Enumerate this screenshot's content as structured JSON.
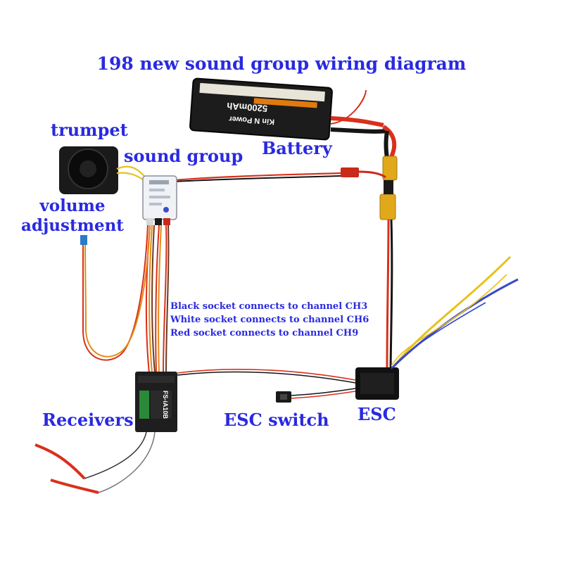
{
  "title": "198 new sound group wiring diagram",
  "labels": {
    "trumpet": "trumpet",
    "sound_group": "sound group",
    "battery": "Battery",
    "volume_line1": "volume",
    "volume_line2": "adjustment",
    "receivers": "Receivers",
    "esc_switch": "ESC switch",
    "esc": "ESC"
  },
  "notes": [
    "Black socket connects to channel CH3",
    "White socket connects to channel CH6",
    "Red socket connects to channel CH9"
  ],
  "battery_printing": {
    "brand": "Kin N Power",
    "capacity": "5200mAh"
  },
  "receiver_model": "FS-iA10B",
  "colors": {
    "label_blue": "#2a2ae0",
    "wire_red": "#d8301c",
    "wire_orange": "#e38a12",
    "wire_brown": "#6a3a1e",
    "wire_yellow": "#e6c21a",
    "wire_blue": "#3a49c8",
    "connector_yellow": "#e0a81a"
  }
}
